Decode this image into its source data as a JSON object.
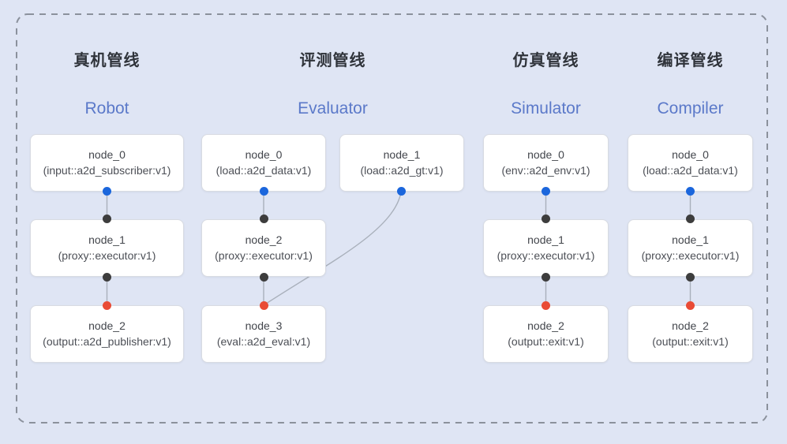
{
  "pipelines": [
    {
      "id": "robot",
      "title_zh": "真机管线",
      "title_en": "Robot",
      "nodes": [
        {
          "name": "node_0",
          "type": "(input::a2d_subscriber:v1)"
        },
        {
          "name": "node_1",
          "type": "(proxy::executor:v1)"
        },
        {
          "name": "node_2",
          "type": "(output::a2d_publisher:v1)"
        }
      ]
    },
    {
      "id": "evaluator",
      "title_zh": "评测管线",
      "title_en": "Evaluator",
      "nodes": [
        {
          "name": "node_0",
          "type": "(load::a2d_data:v1)"
        },
        {
          "name": "node_1",
          "type": "(load::a2d_gt:v1)"
        },
        {
          "name": "node_2",
          "type": "(proxy::executor:v1)"
        },
        {
          "name": "node_3",
          "type": "(eval::a2d_eval:v1)"
        }
      ]
    },
    {
      "id": "simulator",
      "title_zh": "仿真管线",
      "title_en": "Simulator",
      "nodes": [
        {
          "name": "node_0",
          "type": "(env::a2d_env:v1)"
        },
        {
          "name": "node_1",
          "type": "(proxy::executor:v1)"
        },
        {
          "name": "node_2",
          "type": "(output::exit:v1)"
        }
      ]
    },
    {
      "id": "compiler",
      "title_zh": "编译管线",
      "title_en": "Compiler",
      "nodes": [
        {
          "name": "node_0",
          "type": "(load::a2d_data:v1)"
        },
        {
          "name": "node_1",
          "type": "(proxy::executor:v1)"
        },
        {
          "name": "node_2",
          "type": "(output::exit:v1)"
        }
      ]
    }
  ],
  "colors": {
    "background": "#dfe5f4",
    "dashed_border": "#8b919c",
    "edge_line": "#a9b0bb",
    "port_input": "#1b66dc",
    "port_mid": "#3d3d3d",
    "port_output": "#e94b35",
    "title_en": "#5b79c9",
    "title_zh": "#30343b",
    "node_fill": "#ffffff",
    "node_border": "#d8dbe2"
  }
}
